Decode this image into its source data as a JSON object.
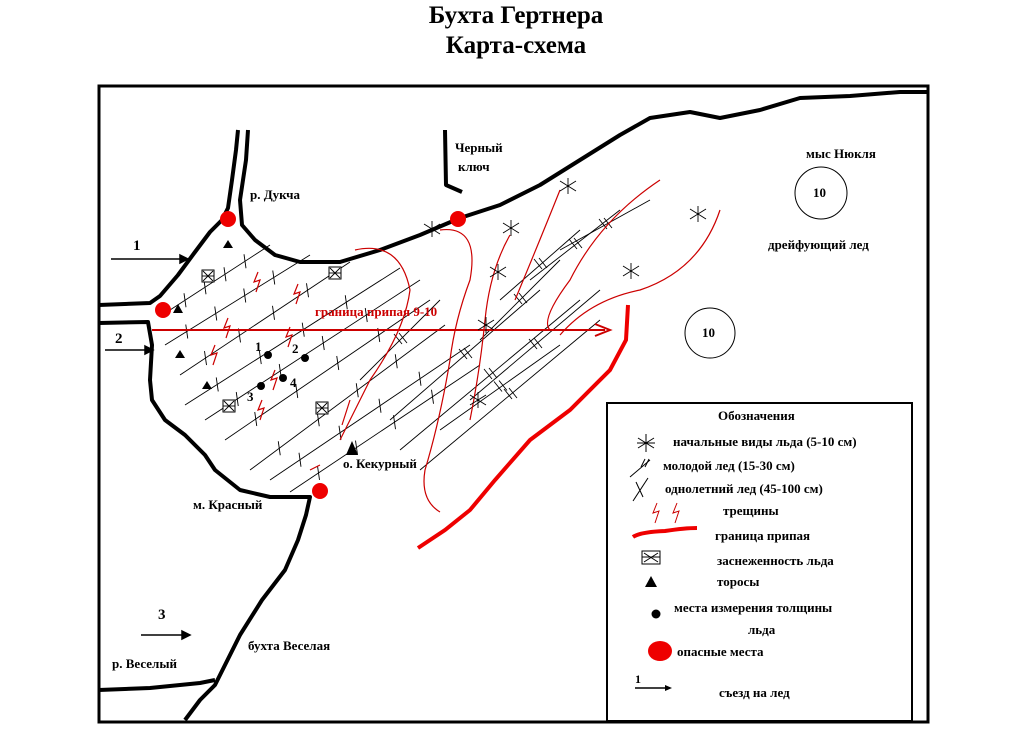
{
  "title": {
    "line1": "Бухта Гертнера",
    "line2": "Карта-схема"
  },
  "map": {
    "labels": {
      "river_dukcha": "р. Дукча",
      "chernyi_line1": "Черный",
      "chernyi_line2": "ключ",
      "cape_nyukla": "мыс Нюкля",
      "drifting_ice": "дрейфующий лед",
      "fast_ice_edge": "граница припая 9-10",
      "island_kekurnyi": "о. Кекурный",
      "cape_krasnyi": "м. Красный",
      "bay_veselaya": "бухта Веселая",
      "river_veselyi": "р. Веселый"
    },
    "ice_concentration": [
      "10",
      "10"
    ],
    "entries": [
      "1",
      "2",
      "3"
    ],
    "measurement_points": [
      "1",
      "2",
      "3",
      "4"
    ],
    "colors": {
      "danger": "#ee0000",
      "cracks": "#cc0000",
      "coast": "#000000"
    }
  },
  "legend": {
    "title": "Обозначения",
    "items": [
      {
        "icon": "asterisk-icon",
        "label": "начальные виды льда (5-10 см)"
      },
      {
        "icon": "double-slash-icon",
        "label": "молодой лед (15-30 см)"
      },
      {
        "icon": "crossed-slash-icon",
        "label": "однолетний лед (45-100 см)"
      },
      {
        "icon": "crack-icon",
        "label": "трещины"
      },
      {
        "icon": "red-line-icon",
        "label": "граница припая"
      },
      {
        "icon": "snow-box-icon",
        "label": "заснеженность льда"
      },
      {
        "icon": "triangle-icon",
        "label": "торосы"
      },
      {
        "icon": "dot-icon",
        "label": "места измерения толщины",
        "label2": "льда"
      },
      {
        "icon": "red-dot-icon",
        "label": "опасные места"
      },
      {
        "icon": "arrow-icon",
        "number": "1",
        "label": "съезд на лед"
      }
    ]
  }
}
